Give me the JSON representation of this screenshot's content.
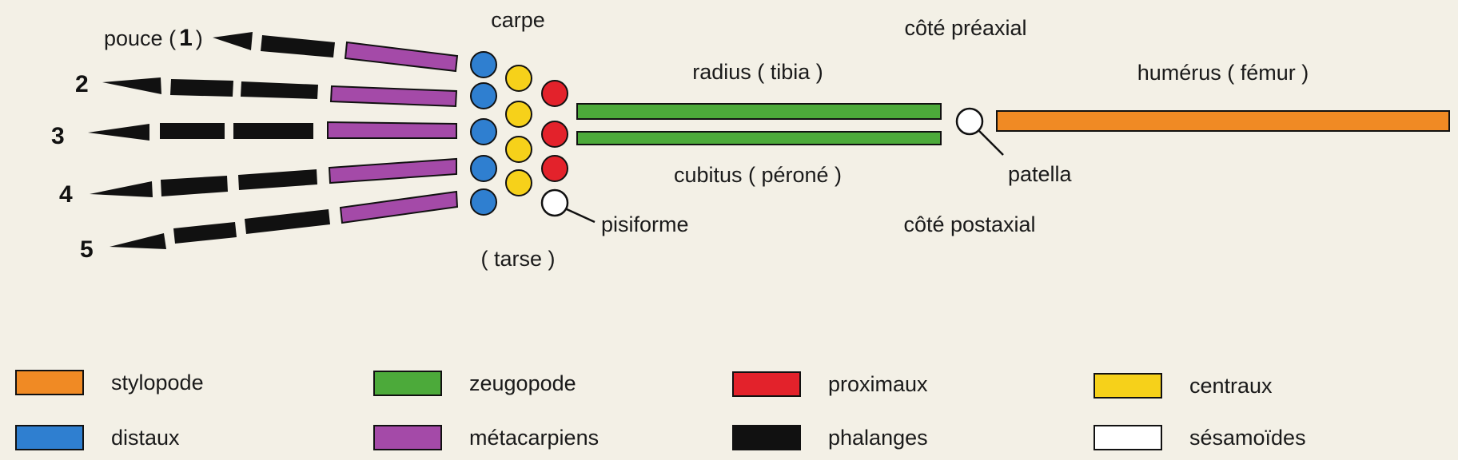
{
  "labels": {
    "carpe": "carpe",
    "tarse": "( tarse )",
    "pisiforme": "pisiforme",
    "radius": "radius ( tibia )",
    "cubitus": "cubitus ( péroné )",
    "patella": "patella",
    "cote_preaxial": "côté préaxial",
    "cote_postaxial": "côté postaxial",
    "humerus": "humérus ( fémur )"
  },
  "digits": [
    {
      "prefix": "pouce (",
      "number": "1",
      "suffix": ")"
    },
    {
      "number": "2"
    },
    {
      "number": "3"
    },
    {
      "number": "4"
    },
    {
      "number": "5"
    }
  ],
  "colors": {
    "stylopode": "#f08a24",
    "zeugopode": "#4caa3a",
    "proximaux": "#e3222b",
    "centraux": "#f6d11a",
    "distaux": "#2f7fd0",
    "metacarpiens": "#a44aa8",
    "phalanges": "#111111",
    "sesamoides": "#ffffff"
  },
  "legend": [
    {
      "key": "stylopode",
      "label": "stylopode",
      "color": "#f08a24"
    },
    {
      "key": "zeugopode",
      "label": "zeugopode",
      "color": "#4caa3a"
    },
    {
      "key": "proximaux",
      "label": "proximaux",
      "color": "#e3222b"
    },
    {
      "key": "centraux",
      "label": "centraux",
      "color": "#f6d11a"
    },
    {
      "key": "distaux",
      "label": "distaux",
      "color": "#2f7fd0"
    },
    {
      "key": "metacarpiens",
      "label": "métacarpiens",
      "color": "#a44aa8"
    },
    {
      "key": "phalanges",
      "label": "phalanges",
      "color": "#111111"
    },
    {
      "key": "sesamoides",
      "label": "sésamoïdes",
      "color": "#ffffff"
    }
  ]
}
